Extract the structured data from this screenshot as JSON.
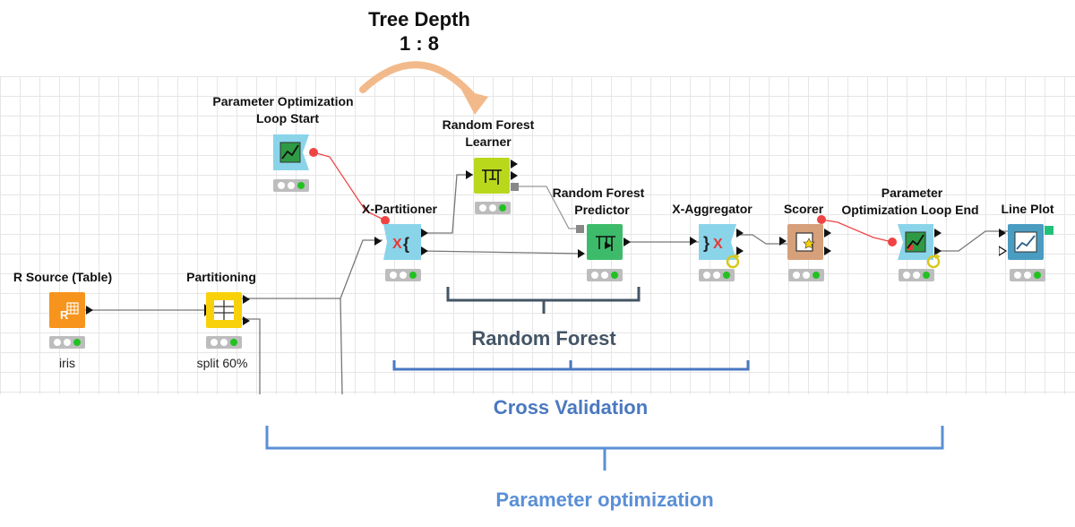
{
  "header": {
    "title": "Tree Depth",
    "range": "1 : 8"
  },
  "nodes": {
    "r_source": {
      "label": "R Source (Table)",
      "caption": "iris"
    },
    "partitioning": {
      "label": "Partitioning",
      "caption": "split 60%"
    },
    "param_opt_start": {
      "label_line1": "Parameter Optimization",
      "label_line2": "Loop Start"
    },
    "x_partitioner": {
      "label": "X-Partitioner"
    },
    "rf_learner": {
      "label_line1": "Random Forest",
      "label_line2": "Learner"
    },
    "rf_predictor": {
      "label_line1": "Random Forest",
      "label_line2": "Predictor"
    },
    "x_aggregator": {
      "label": "X-Aggregator"
    },
    "scorer": {
      "label": "Scorer"
    },
    "param_opt_end": {
      "label_line1": "Parameter",
      "label_line2": "Optimization Loop End"
    },
    "line_plot": {
      "label": "Line Plot"
    }
  },
  "groups": {
    "random_forest": {
      "label": "Random Forest",
      "color": "#445566"
    },
    "cross_validation": {
      "label": "Cross Validation",
      "color": "#4a78c0"
    },
    "parameter_optimization": {
      "label": "Parameter optimization",
      "color": "#5a8fd6"
    }
  },
  "colors": {
    "arrow": "#f2b98a",
    "variable_port": "#ef4444",
    "node_blue": "#8ad4ea",
    "node_orange": "#f7941d",
    "node_yellow": "#f9d10a",
    "node_lime": "#b9d81c",
    "node_green": "#3dbb6a",
    "node_tan": "#d6a07a",
    "node_teal": "#4a9cc1"
  }
}
